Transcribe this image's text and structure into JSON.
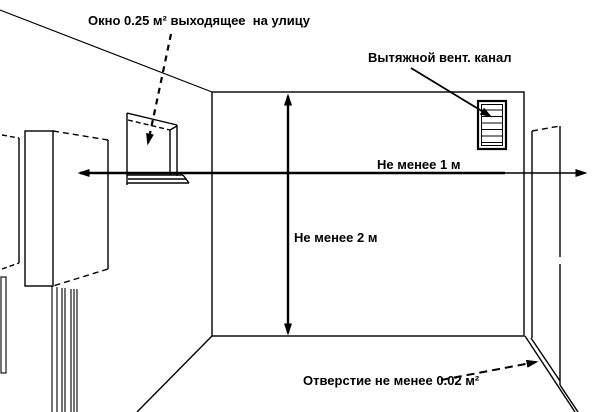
{
  "diagram": {
    "colors": {
      "line": "#000000",
      "background": "#ffffff",
      "text": "#000000"
    },
    "labels": {
      "window": "Окно 0.25 м² выходящее  на улицу",
      "vent_channel": "Вытяжной вент. канал",
      "min_width": "Не менее 1 м",
      "min_height": "Не менее 2 м",
      "opening": "Отверстие не менее 0.02 м²"
    }
  }
}
